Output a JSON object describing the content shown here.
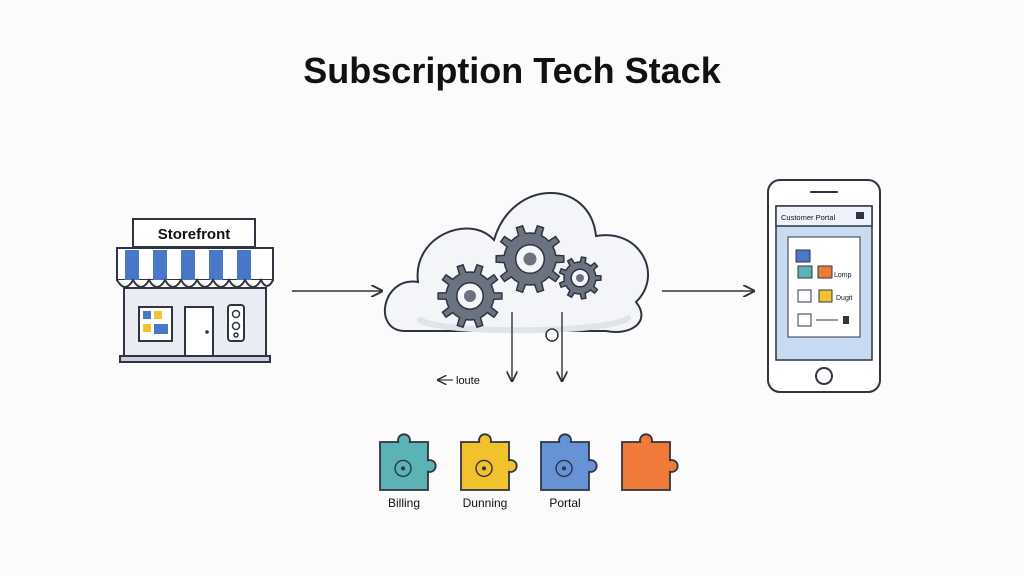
{
  "title": "Subscription Tech Stack",
  "storefront": {
    "sign": "Storefront"
  },
  "cloud": {
    "route_label": "loute"
  },
  "phone": {
    "header": "Customer Portal",
    "rows": [
      "Lomp",
      "Dugit",
      ""
    ]
  },
  "modules": [
    {
      "label": "Billing",
      "color": "#5bb3b5"
    },
    {
      "label": "Dunning",
      "color": "#f2c12e"
    },
    {
      "label": "Portal",
      "color": "#6593d6"
    },
    {
      "label": "",
      "color": "#ef7a3a"
    }
  ],
  "colors": {
    "awning_blue": "#4a78c8",
    "outline": "#2f3440",
    "gear": "#6b7280",
    "screen": "#c9dbf3"
  }
}
